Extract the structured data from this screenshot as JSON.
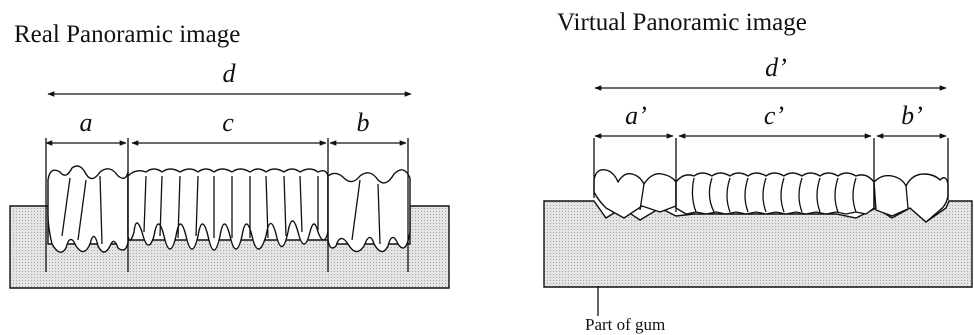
{
  "left_panel": {
    "title": "Real Panoramic image",
    "labels": {
      "total": "d",
      "left": "a",
      "center": "c",
      "right": "b"
    }
  },
  "right_panel": {
    "title": "Virtual Panoramic image",
    "labels": {
      "total": "d’",
      "left": "a’",
      "center": "c’",
      "right": "b’"
    },
    "annotation": "Part of gum"
  }
}
